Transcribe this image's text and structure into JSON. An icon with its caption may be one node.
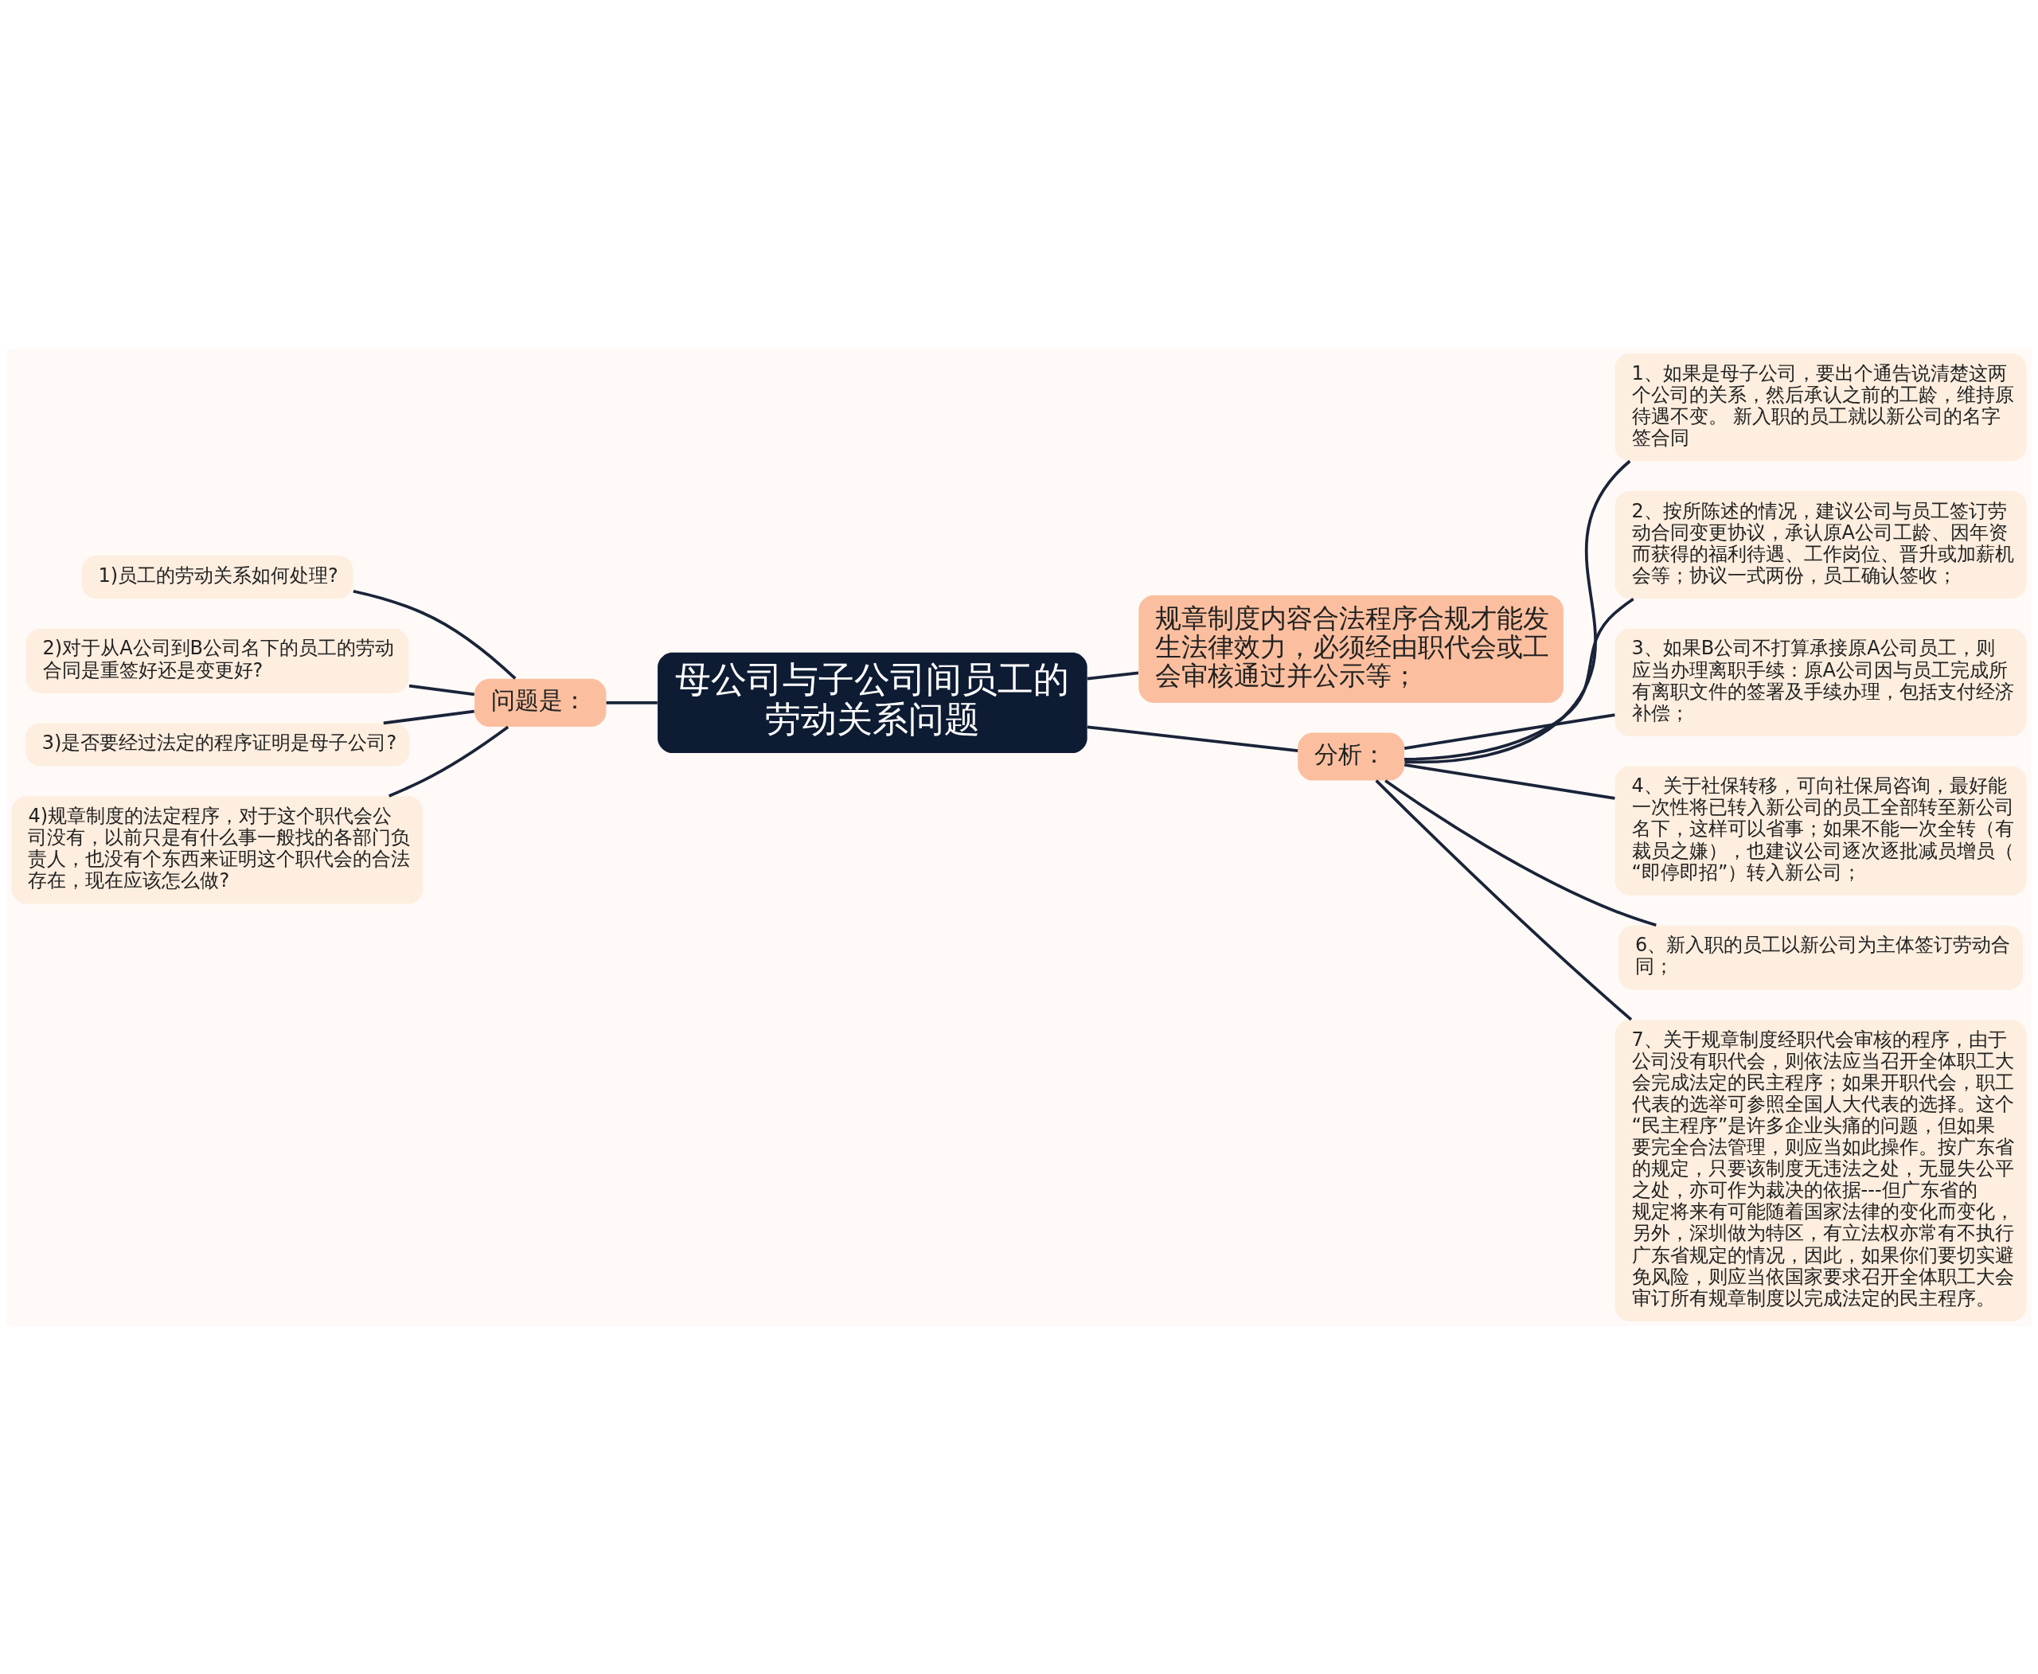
{
  "diagram": {
    "nodes": [
      {
        "text": [
          "母公司与子公司间员工的劳动关系问题"
        ]
      },
      {
        "text": [
          "问题是："
        ]
      },
      {
        "text": [
          "1)员工的劳动关系如何处理?"
        ]
      },
      {
        "text": [
          "2)对于从A公司到B公司名下的员工的劳动合同是重签好还是变更好?"
        ]
      },
      {
        "text": [
          "3)是否要经过法定的程序证明是母子公司?"
        ]
      },
      {
        "text": [
          "4)规章制度的法定程序，对于这个职代会公司没有，以前只是有什么事一般找的各部门负责人，也没有个东西来证明这个职代会的合法存在，现在应该怎么做?"
        ]
      },
      {
        "text": [
          "规章制度内容合法程序合规才能发生法律效力，必须经由职代会或工会审核通过并公示等；"
        ]
      },
      {
        "text": [
          "分析："
        ]
      },
      {
        "text": [
          "1、如果是母子公司，要出个通告说清楚这两个公司的关系，然后承认之前的工龄，维持原待遇不变。 新入职的员工就以新公司的名字签合同"
        ]
      },
      {
        "text": [
          "2、按所陈述的情况，建议公司与员工签订劳动合同变更协议，承认原A公司工龄、因年资而获得的福利待遇、工作岗位、晋升或加薪机会等；协议一式两份，员工确认签收；"
        ]
      },
      {
        "text": [
          "3、如果B公司不打算承接原A公司员工，则应当办理离职手续：原A公司因与员工完成所有离职文件的签署及手续办理，包括支付经济补偿；"
        ]
      },
      {
        "text": [
          "4、关于社保转移，可向社保局咨询，最好能一次性将已转入新公司的员工全部转至新公司名下，这样可以省事；如果不能一次全转（有裁员之嫌），也建议公司逐次逐批减员增员（“即停即招”）转入新公司；"
        ]
      },
      {
        "text": [
          "6、新入职的员工以新公司为主体签订劳动合同；"
        ]
      },
      {
        "text": [
          "7、关于规章制度经职代会审核的程序，由于公司没有职代会，则依法应当召开全体职工大会完成法定的民主程序；如果开职代会，职工代表的选举可参照全国人大代表的选择。这个“民主程序”是许多企业头痛的问题，但如果要完全合法管理，则应当如此操作。按广东省的规定，只要该制度无违法之处，无显失公平之处，亦可作为裁决的依据---但广东省的规定将来有可能随着国家法律的变化而变化，另外，深圳做为特区，有立法权亦常有不执行广东省规定的情况，因此，如果你们要切实避免风险，则应当依国家要求召开全体职工大会审订所有规章制度以完成法定的民主程序。"
        ]
      }
    ],
    "edges": [
      {
        "from": 0,
        "to": 1,
        "arrow": "none"
      },
      {
        "from": 1,
        "to": 2,
        "arrow": "none"
      },
      {
        "from": 1,
        "to": 3,
        "arrow": "none"
      },
      {
        "from": 1,
        "to": 4,
        "arrow": "none"
      },
      {
        "from": 1,
        "to": 5,
        "arrow": "none"
      },
      {
        "from": 0,
        "to": 6,
        "arrow": "none"
      },
      {
        "from": 0,
        "to": 7,
        "arrow": "none"
      },
      {
        "from": 7,
        "to": 8,
        "arrow": "none"
      },
      {
        "from": 7,
        "to": 9,
        "arrow": "none"
      },
      {
        "from": 7,
        "to": 10,
        "arrow": "none"
      },
      {
        "from": 7,
        "to": 11,
        "arrow": "none"
      },
      {
        "from": 7,
        "to": 12,
        "arrow": "none"
      },
      {
        "from": 7,
        "to": 13,
        "arrow": "none"
      }
    ]
  }
}
